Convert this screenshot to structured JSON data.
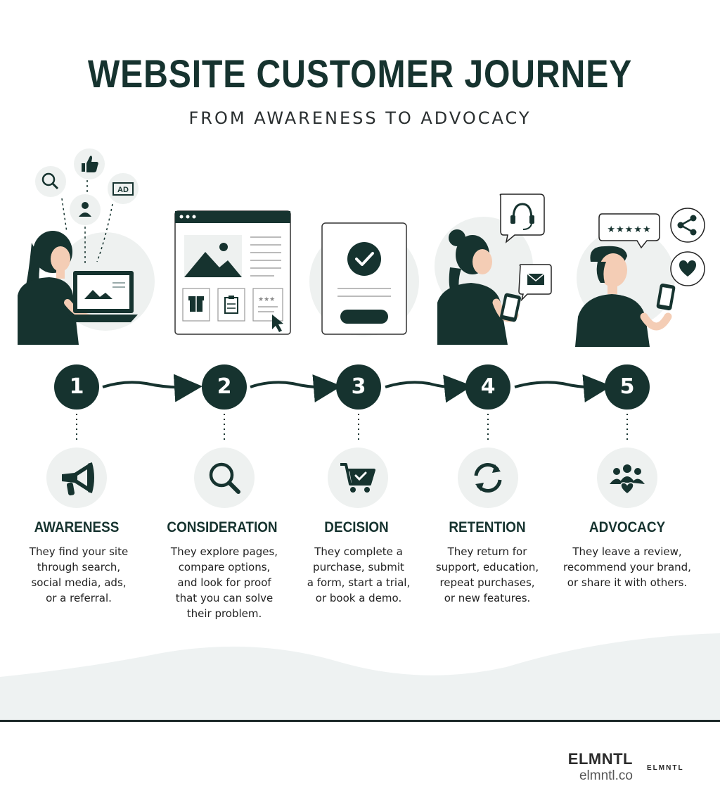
{
  "header": {
    "title": "WEBSITE CUSTOMER JOURNEY",
    "subtitle": "FROM AWARENESS TO ADVOCACY"
  },
  "stages": [
    {
      "number": "1",
      "title": "AWARENESS",
      "icon": "megaphone-icon",
      "lines": [
        "They find your site",
        "through search,",
        "social media, ads,",
        "or a referral."
      ]
    },
    {
      "number": "2",
      "title": "CONSIDERATION",
      "icon": "magnifier-icon",
      "lines": [
        "They explore pages,",
        "compare options,",
        "and look for proof",
        "that you can solve",
        "their problem."
      ]
    },
    {
      "number": "3",
      "title": "DECISION",
      "icon": "cart-check-icon",
      "lines": [
        "They complete a",
        "purchase, submit",
        "a form, start a trial,",
        "or book a demo."
      ]
    },
    {
      "number": "4",
      "title": "RETENTION",
      "icon": "refresh-icon",
      "lines": [
        "They return  for",
        "support, education,",
        "repeat purchases,",
        "or new features."
      ]
    },
    {
      "number": "5",
      "title": "ADVOCACY",
      "icon": "community-heart-icon",
      "lines": [
        "They leave a review,",
        "recommend your brand,",
        "or share it with others."
      ]
    }
  ],
  "illustrations": {
    "ad_badge": "AD",
    "rating_stars": "★★★★★",
    "card_stars": "★★★"
  },
  "footer": {
    "brand": "ELMNTL",
    "url": "elmntl.co",
    "logo_text": "ELMNTL"
  },
  "colors": {
    "primary": "#16332f",
    "light_circle": "#eef1f0",
    "wave": "#eef2f2"
  }
}
